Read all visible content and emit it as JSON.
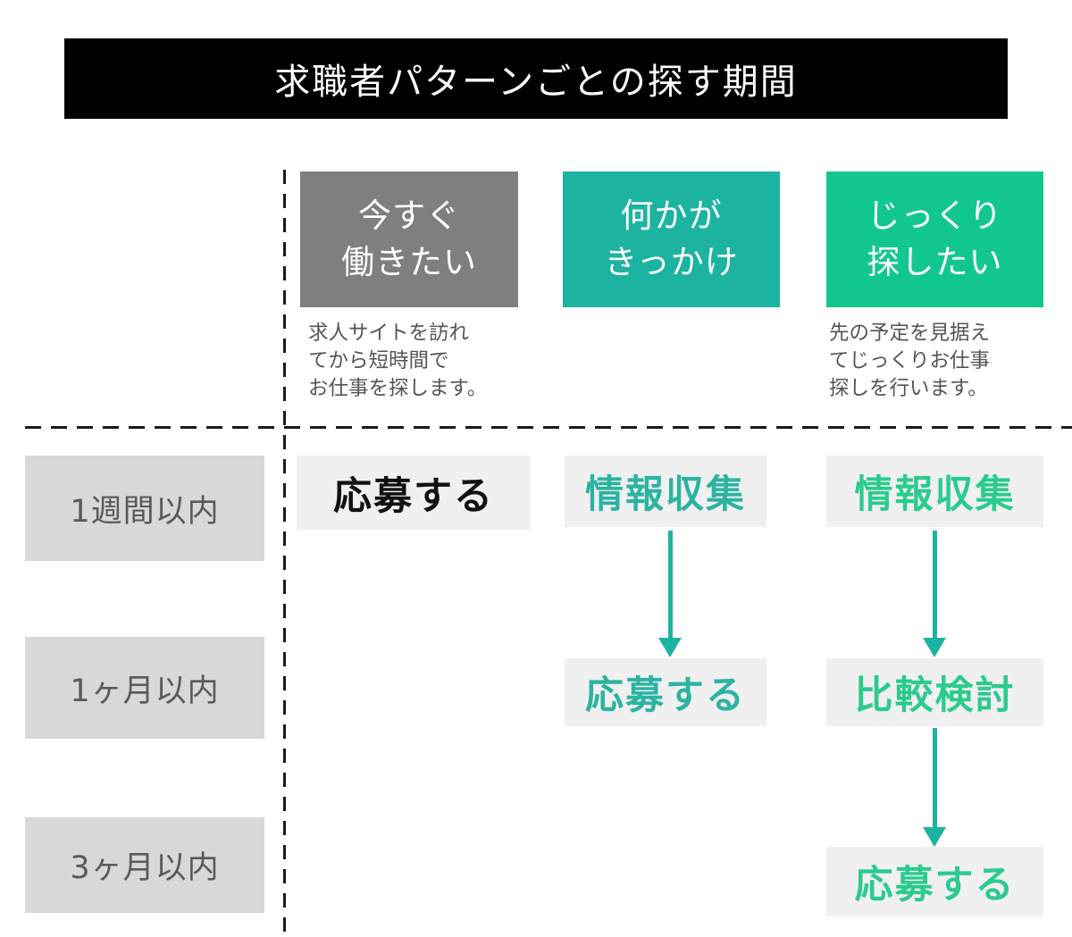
{
  "title": "求職者パターンごとの探す期間",
  "columns": [
    {
      "id": "work-now",
      "header": "今すぐ\n働きたい",
      "header_bg": "#7f7f7f",
      "description": "求人サイトを訪れ\nてから短時間で\nお仕事を探します。"
    },
    {
      "id": "something-triggered",
      "header": "何かが\nきっかけ",
      "header_bg": "#1db3a1",
      "description": ""
    },
    {
      "id": "search-carefully",
      "header": "じっくり\n探したい",
      "header_bg": "#12c78f",
      "description": "先の予定を見据え\nてじっくりお仕事\n探しを行います。"
    }
  ],
  "rows": [
    {
      "label": "1週間以内"
    },
    {
      "label": "1ヶ月以内"
    },
    {
      "label": "3ヶ月以内"
    }
  ],
  "cells": {
    "r1c1": "応募する",
    "r1c2": "情報収集",
    "r1c3": "情報収集",
    "r2c2": "応募する",
    "r2c3": "比較検討",
    "r3c3": "応募する"
  },
  "colors": {
    "title_bg": "#000000",
    "title_text": "#ffffff",
    "header_gray": "#7f7f7f",
    "header_teal": "#1db3a1",
    "header_green": "#12c78f",
    "cell_text_black": "#111111",
    "cell_text_teal": "#2cb3a2",
    "cell_text_green": "#2bcb8e",
    "arrow_teal": "#1db3a1",
    "row_label_bg": "#d8d8d8",
    "row_label_text": "#595959",
    "cell_bg": "#f0f0f0",
    "description_text": "#555555"
  }
}
